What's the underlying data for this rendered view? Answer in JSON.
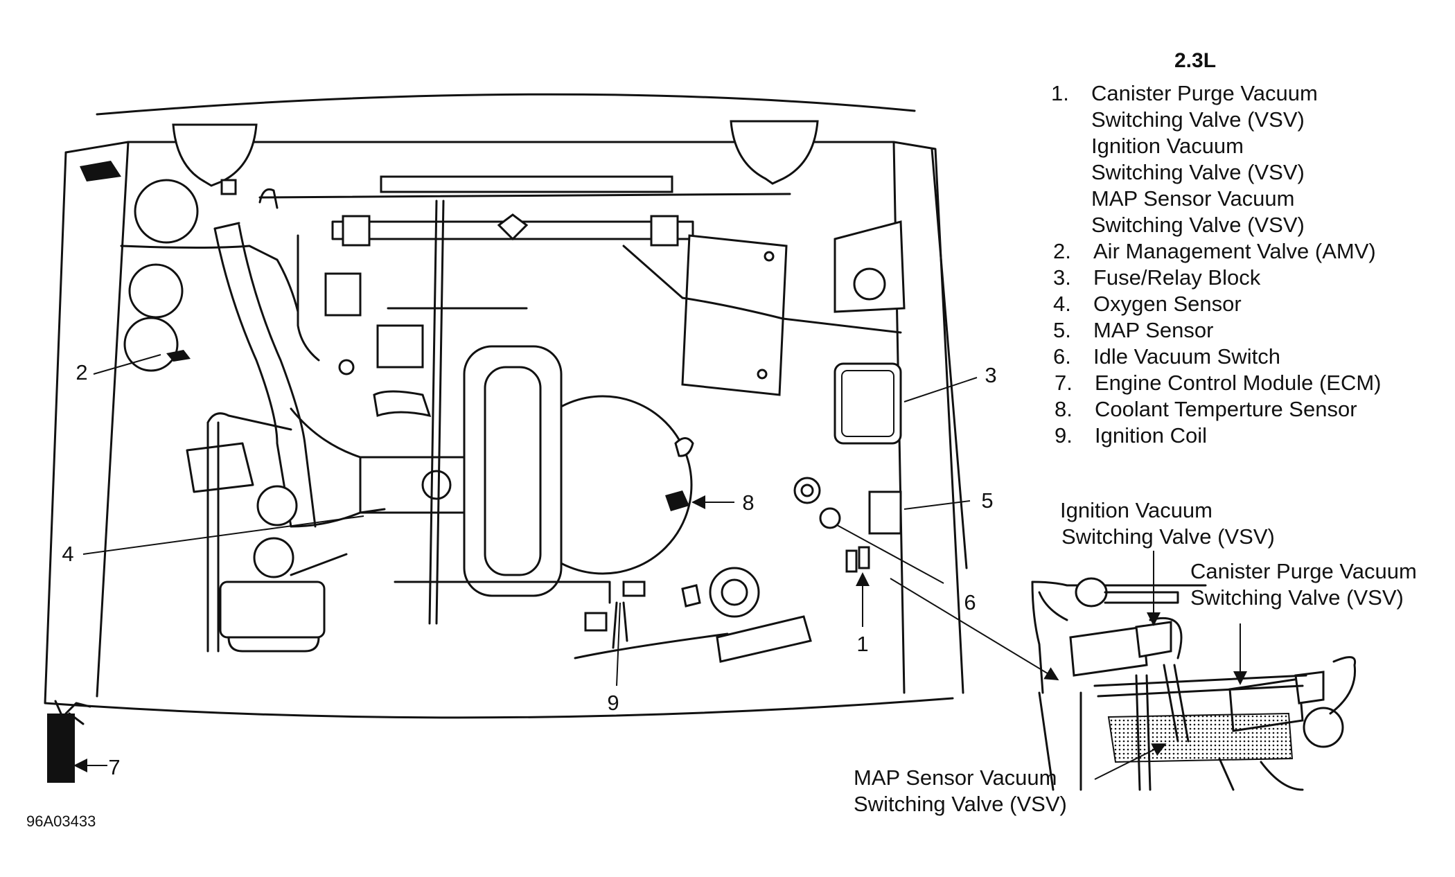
{
  "legend": {
    "title": "2.3L",
    "items": [
      {
        "num": "1.",
        "lines": [
          "Canister Purge Vacuum",
          "Switching Valve (VSV)",
          "Ignition Vacuum",
          "Switching Valve (VSV)",
          "MAP Sensor Vacuum",
          "Switching Valve (VSV)"
        ]
      },
      {
        "num": "2.",
        "lines": [
          "Air Management Valve (AMV)"
        ]
      },
      {
        "num": "3.",
        "lines": [
          "Fuse/Relay Block"
        ]
      },
      {
        "num": "4.",
        "lines": [
          "Oxygen Sensor"
        ]
      },
      {
        "num": "5.",
        "lines": [
          "MAP Sensor"
        ]
      },
      {
        "num": "6.",
        "lines": [
          "Idle Vacuum Switch"
        ]
      },
      {
        "num": "7.",
        "lines": [
          "Engine Control Module (ECM)"
        ]
      },
      {
        "num": "8.",
        "lines": [
          "Coolant Temperture Sensor"
        ]
      },
      {
        "num": "9.",
        "lines": [
          "Ignition Coil"
        ]
      }
    ]
  },
  "callouts": [
    "1",
    "2",
    "3",
    "4",
    "5",
    "6",
    "7",
    "8",
    "9"
  ],
  "detail": {
    "ignition_vsv": [
      "Ignition Vacuum",
      "Switching Valve (VSV)"
    ],
    "canister_vsv": [
      "Canister Purge Vacuum",
      "Switching Valve (VSV)"
    ],
    "map_vsv": [
      "MAP Sensor Vacuum",
      "Switching Valve (VSV)"
    ]
  },
  "figure_code": "96A03433",
  "colors": {
    "ink": "#111111",
    "paper": "#ffffff"
  }
}
